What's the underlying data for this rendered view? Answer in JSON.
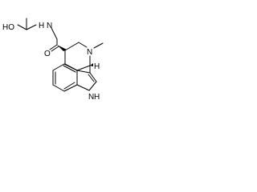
{
  "structure": {
    "atoms": {
      "hydroxyl": "HO",
      "amide_nitrogen_h": "H",
      "amide_nitrogen": "N",
      "amine_nitrogen": "N",
      "n_methyl": "CH3",
      "carbonyl_oxygen": "O",
      "indole_nitrogen": "N",
      "indole_nitrogen_h": "H",
      "stereo_h": "H"
    },
    "visible_labels": {
      "hydroxyl": "HO",
      "amide_nh": "N",
      "amide_h": "H",
      "amine_n": "N",
      "n_methyl_text": "",
      "carbonyl_o": "O",
      "indole_n": "N",
      "indole_h": "H",
      "stereo_h": "H"
    },
    "colors": {
      "bond": "#000000",
      "heteroatom_text": "#000000"
    }
  }
}
